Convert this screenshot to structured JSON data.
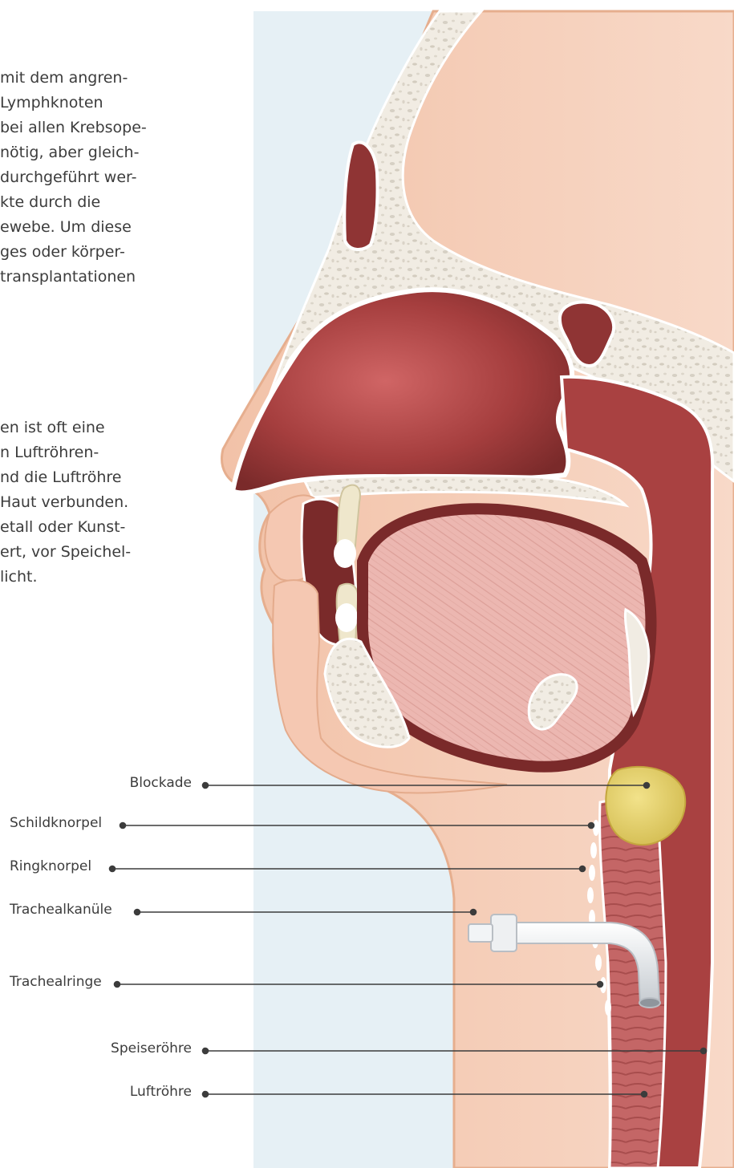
{
  "text": {
    "paragraph_1": [
      "mit dem angren-",
      "Lymphknoten",
      "bei allen Krebsope-",
      "nötig, aber gleich-",
      "durchgeführt wer-",
      "kte durch die",
      "ewebe. Um diese",
      "ges oder körper-",
      "transplantationen"
    ],
    "paragraph_2": [
      "en ist oft eine",
      "n Luftröhren-",
      "nd die Luftröhre",
      "Haut verbunden.",
      "etall oder Kunst-",
      "ert, vor Speichel-",
      "licht."
    ]
  },
  "labels": {
    "blockade": "Blockade",
    "schildknorpel": "Schildknorpel",
    "ringknorpel": "Ringknorpel",
    "trachealkanuele": "Trachealkanüle",
    "trachealringe": "Trachealringe",
    "speiseroehre": "Speiseröhre",
    "luftroehre": "Luftröhre"
  },
  "colors": {
    "panel_background": "#e6f0f5",
    "skin": "#f7d3bf",
    "skin_outline": "#e8b393",
    "bone": "#f1ece3",
    "muscle_dark": "#7a2a2a",
    "muscle": "#b24a4a",
    "tongue": "#ecb7b1",
    "trachea": "#c86a6a",
    "blockade": "#e4cf6a",
    "cannula": "#e4e6e8",
    "leader_line": "#3c3c3c"
  }
}
